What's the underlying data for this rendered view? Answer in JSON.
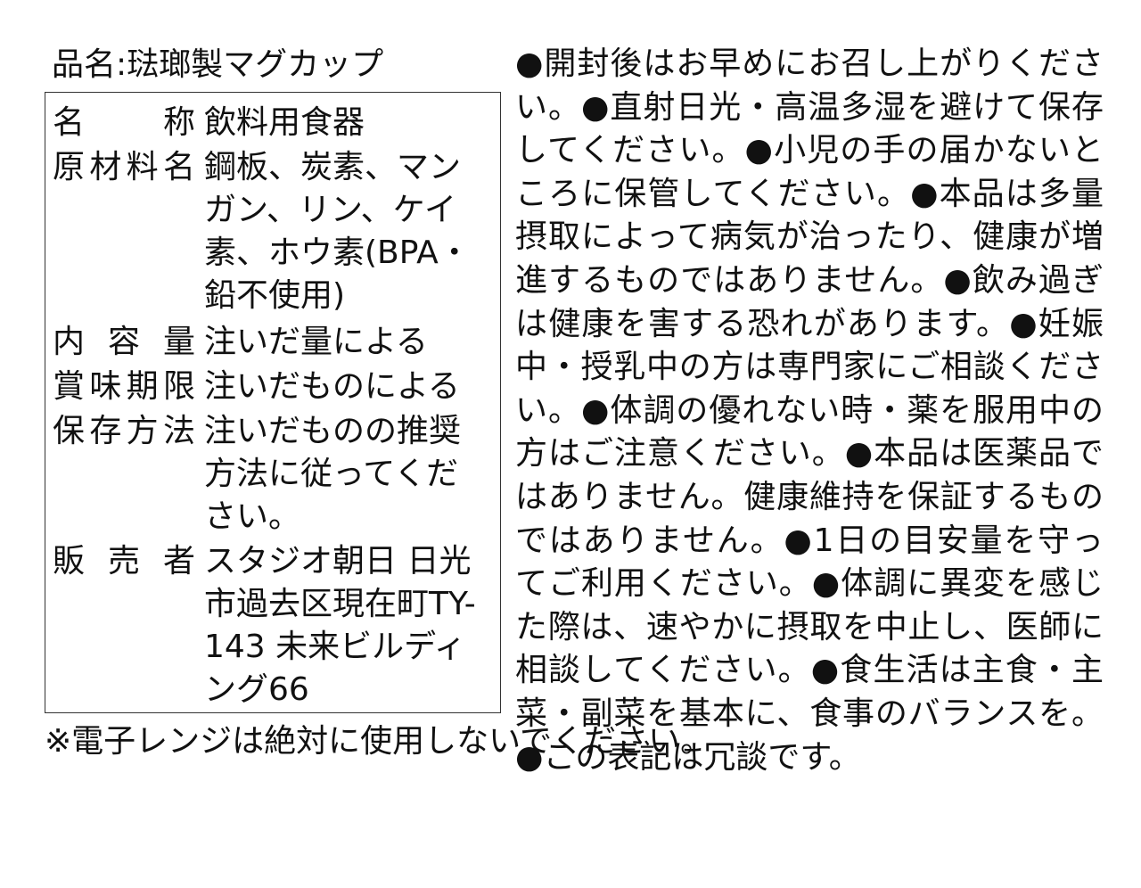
{
  "product": {
    "title": "品名:琺瑯製マグカップ"
  },
  "spec_table": {
    "rows": [
      {
        "label_chars": [
          "名",
          "称"
        ],
        "value": "飲料用食器"
      },
      {
        "label_chars": [
          "原",
          "材",
          "料",
          "名"
        ],
        "value": "鋼板、炭素、マンガン、リン、ケイ素、ホウ素(BPA・鉛不使用)"
      },
      {
        "label_chars": [
          "内",
          "容",
          "量"
        ],
        "value": "注いだ量による"
      },
      {
        "label_chars": [
          "賞",
          "味",
          "期",
          "限"
        ],
        "value": "注いだものによる"
      },
      {
        "label_chars": [
          "保",
          "存",
          "方",
          "法"
        ],
        "value": "注いだものの推奨方法に従ってください。"
      },
      {
        "label_chars": [
          "販",
          "売",
          "者"
        ],
        "value": "スタジオ朝日 日光市過去区現在町TY-143 未来ビルディング66"
      }
    ]
  },
  "notes": {
    "text": "●開封後はお早めにお召し上がりください。●直射日光・高温多湿を避けて保存してください。●小児の手の届かないところに保管してください。●本品は多量摂取によって病気が治ったり、健康が増進するものではありません。●飲み過ぎは健康を害する恐れがあります。●妊娠中・授乳中の方は専門家にご相談ください。●体調の優れない時・薬を服用中の方はご注意ください。●本品は医薬品ではありません。健康維持を保証するものではありません。●1日の目安量を守ってご利用ください。●体調に異変を感じた際は、速やかに摂取を中止し、医師に相談してください。●食生活は主食・主菜・副菜を基本に、食事のバランスを。●この表記は冗談です。"
  },
  "warning": {
    "text": "※電子レンジは絶対に使用しないでください。"
  }
}
